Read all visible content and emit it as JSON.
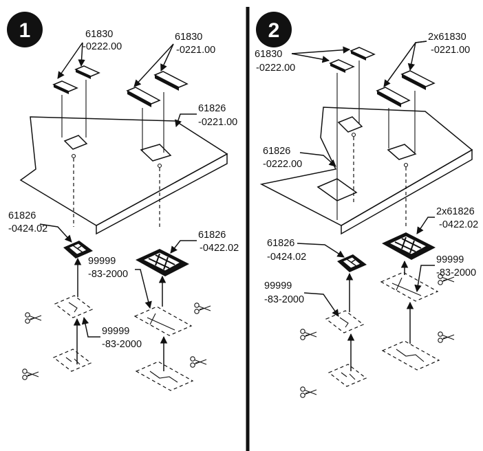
{
  "steps": [
    {
      "number": "1",
      "labels": {
        "part_0222": [
          "61830",
          "-0222.00"
        ],
        "part_0221": [
          "61830",
          "-0221.00"
        ],
        "panel": [
          "61826",
          "-0221.00"
        ],
        "small_box": [
          "61826",
          "-0424.02"
        ],
        "large_box": [
          "61826",
          "-0422.02"
        ],
        "template_a": [
          "99999",
          "-83-2000"
        ],
        "template_b": [
          "99999",
          "-83-2000"
        ]
      }
    },
    {
      "number": "2",
      "labels": {
        "part_0222": [
          "61830",
          "-0222.00"
        ],
        "part_0221": [
          "2x61830",
          "-0221.00"
        ],
        "panel": [
          "61826",
          "-0222.00"
        ],
        "small_box": [
          "61826",
          "-0424.02"
        ],
        "large_box": [
          "2x61826",
          "-0422.02"
        ],
        "template_a": [
          "99999",
          "-83-2000"
        ],
        "template_b": [
          "99999",
          "-83-2000"
        ]
      }
    }
  ],
  "icons": {
    "scissors": "scissors-icon",
    "arrow": "arrow-icon"
  }
}
